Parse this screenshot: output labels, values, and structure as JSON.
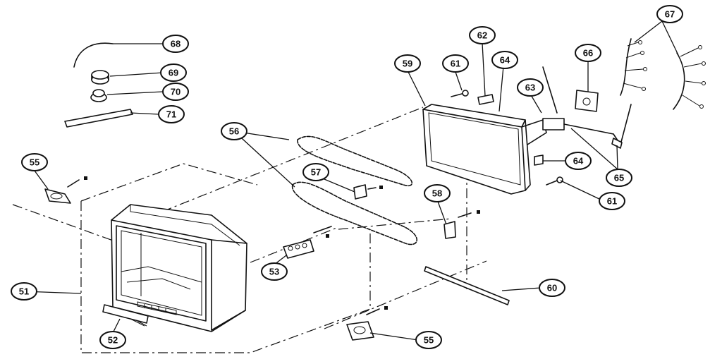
{
  "callouts": {
    "c51": "51",
    "c52": "52",
    "c53": "53",
    "c55a": "55",
    "c55b": "55",
    "c56": "56",
    "c57": "57",
    "c58": "58",
    "c59": "59",
    "c60": "60",
    "c61a": "61",
    "c61b": "61",
    "c62": "62",
    "c63": "63",
    "c64a": "64",
    "c64b": "64",
    "c65": "65",
    "c66": "66",
    "c67": "67",
    "c68": "68",
    "c69": "69",
    "c70": "70",
    "c71": "71"
  }
}
